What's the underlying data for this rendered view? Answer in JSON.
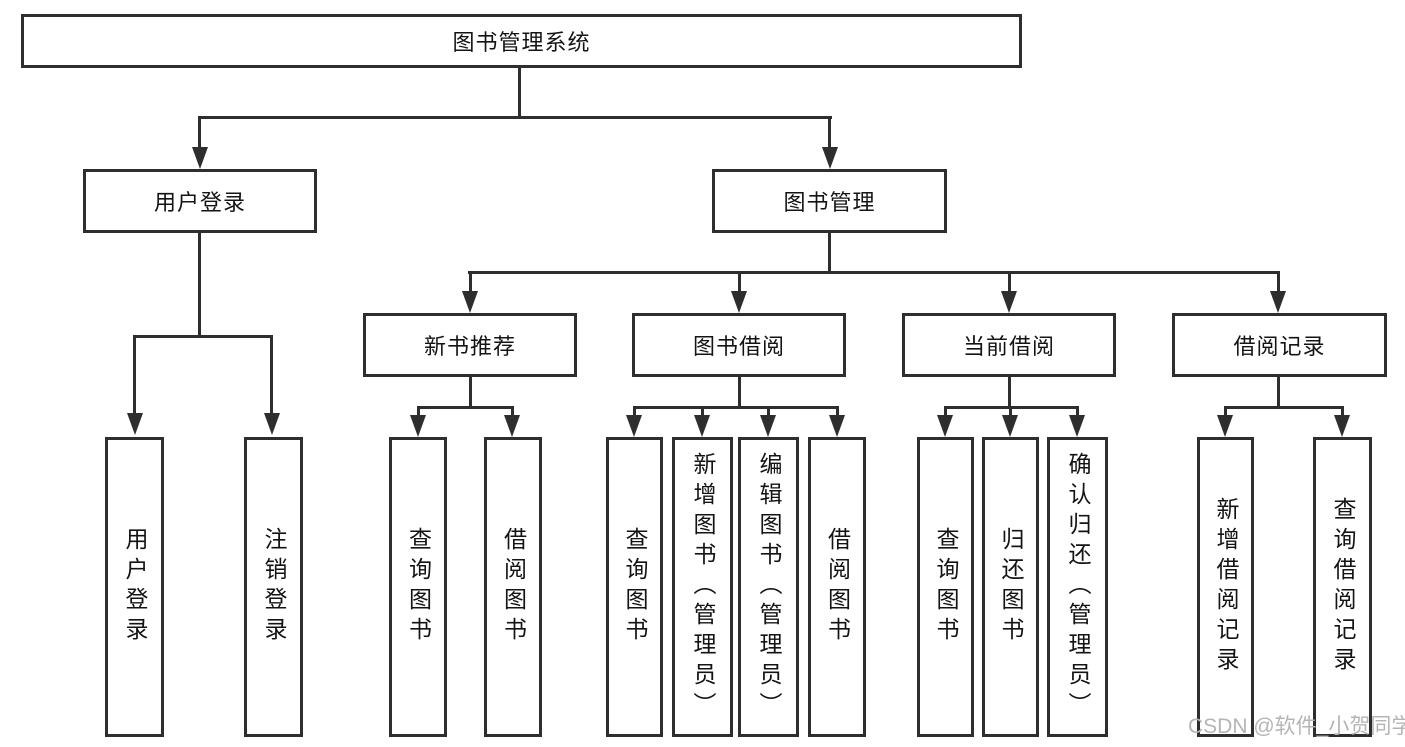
{
  "diagram": {
    "root": "图书管理系统",
    "branches": {
      "user_login": {
        "label": "用户登录",
        "children": {
          "login": "用户登录",
          "logout": "注销登录"
        }
      },
      "book_management": {
        "label": "图书管理",
        "sections": {
          "new_books": {
            "label": "新书推荐",
            "children": {
              "query": "查询图书",
              "borrow": "借阅图书"
            }
          },
          "book_borrow": {
            "label": "图书借阅",
            "children": {
              "query": "查询图书",
              "add": "新增图书（管理员）",
              "edit": "编辑图书（管理员）",
              "borrow": "借阅图书"
            }
          },
          "current_borrow": {
            "label": "当前借阅",
            "children": {
              "query": "查询图书",
              "return": "归还图书",
              "confirm": "确认归还（管理员）"
            }
          },
          "borrow_records": {
            "label": "借阅记录",
            "children": {
              "add": "新增借阅记录",
              "query": "查询借阅记录"
            }
          }
        }
      }
    }
  },
  "watermark": "CSDN @软件_小贺同学",
  "colors": {
    "line": "#2e2e2e",
    "text": "#141414",
    "watermark": "#b5b5b5",
    "background": "#ffffff"
  }
}
